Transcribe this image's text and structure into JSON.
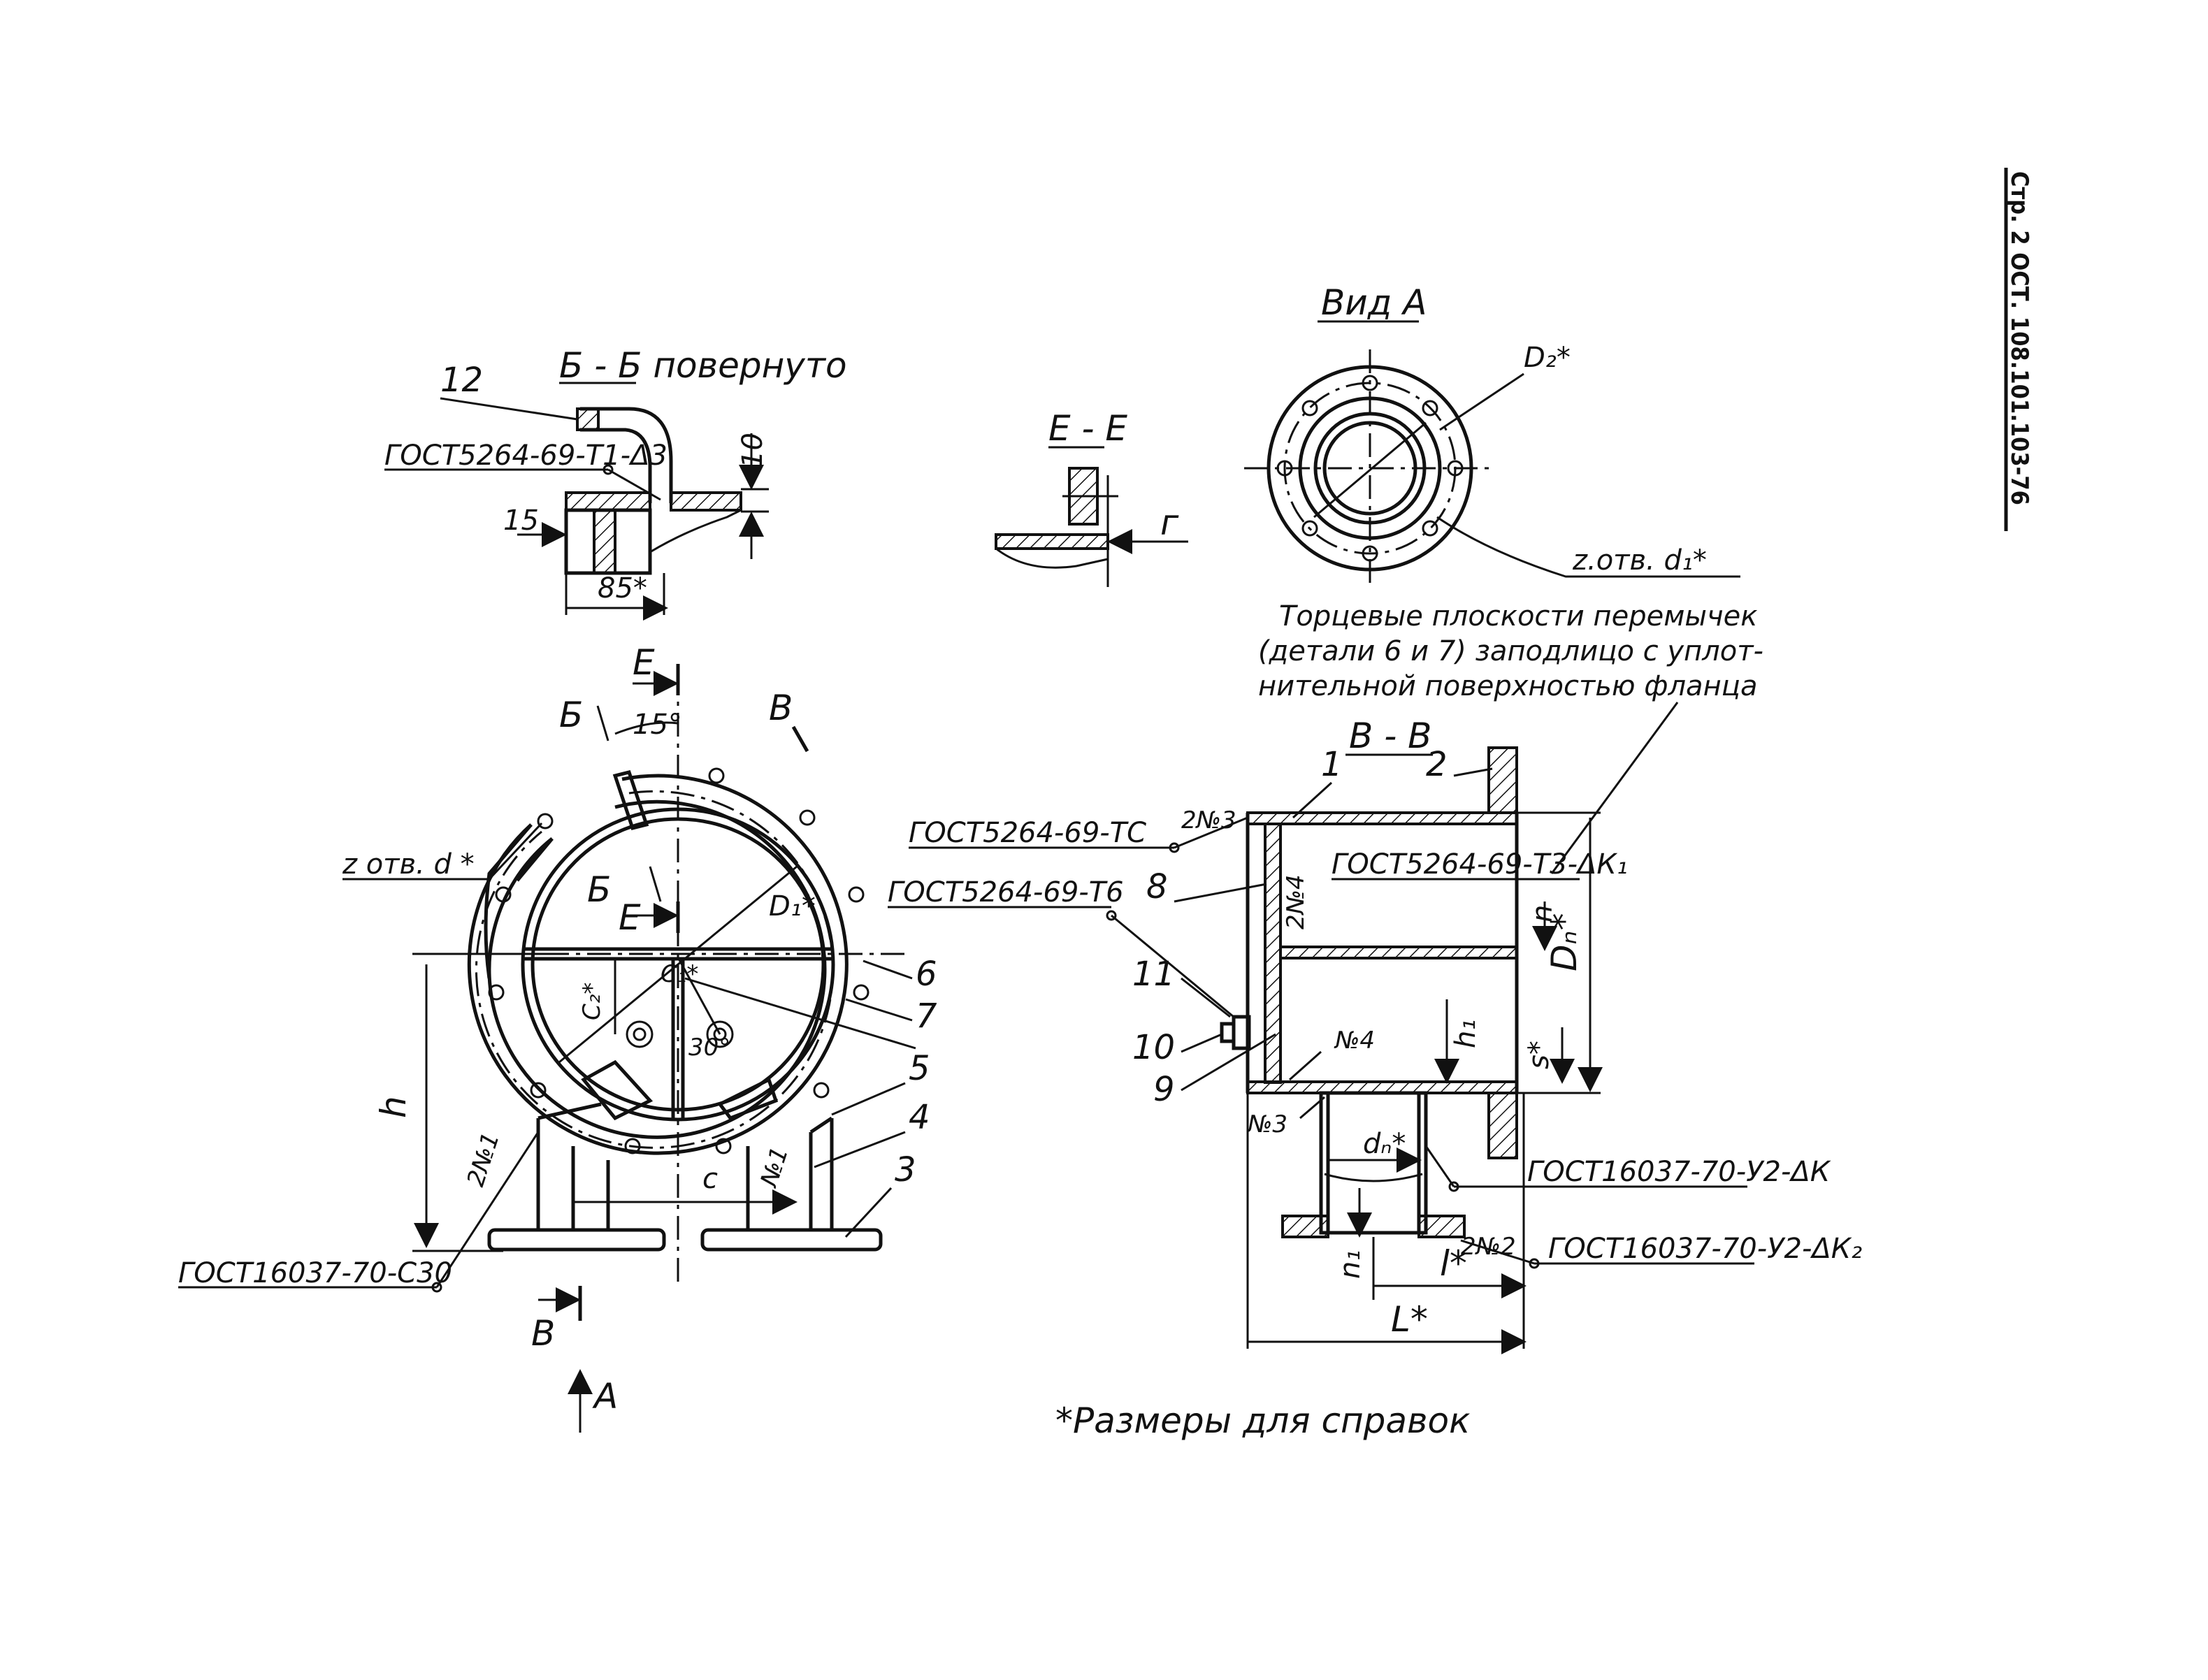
{
  "header": {
    "sheet": "Стр. 2 ОСТ. 108.101.103-76"
  },
  "views": {
    "bb": "Б - Б повернуто",
    "vid_a": "Вид А",
    "ee": "Е - Е",
    "vv": "В - В"
  },
  "note_flush": [
    "Торцевые плоскости перемычек",
    "(детали 6 и 7) заподлицо с уплот-",
    "нительной поверхностью фланца"
  ],
  "footnote": "*Размеры для справок",
  "standards": {
    "g1": "ГОСТ5264-69-Т1-Δ3",
    "g2": "ГОСТ5264-69-ТС",
    "g3": "ГОСТ5264-69-Т6",
    "g4": "ГОСТ5264-69-Т3-ΔК₁",
    "g5": "ГОСТ16037-70-У2-ΔК",
    "g6": "ГОСТ16037-70-У2-ΔК₂",
    "g7": "ГОСТ16037-70-С30"
  },
  "dims": {
    "d10": "10",
    "d15": "15",
    "d85": "85*",
    "deg15": "15°",
    "deg30": "30°",
    "D1": "D₁*",
    "D2": "D₂*",
    "Dn": "Dₙ*",
    "dn": "dₙ*",
    "C1": "C₁*",
    "C2": "C₂*",
    "c": "c",
    "h": "h",
    "h1": "h₁",
    "n": "n",
    "n1": "n₁",
    "s": "s*",
    "L": "L*",
    "l": "l*",
    "z_d": "z отв. d *",
    "z_d1": "z.отв. d₁*",
    "g": "г"
  },
  "marks": {
    "B": "Б",
    "V": "В",
    "E": "Е",
    "A": "А",
    "w1": "2№1",
    "w1b": "№1",
    "w2": "2№2",
    "w3": "2№3",
    "w4": "2№4",
    "n3": "№3",
    "n4": "№4"
  },
  "parts": [
    "1",
    "2",
    "3",
    "4",
    "5",
    "6",
    "7",
    "8",
    "9",
    "10",
    "11",
    "12"
  ]
}
